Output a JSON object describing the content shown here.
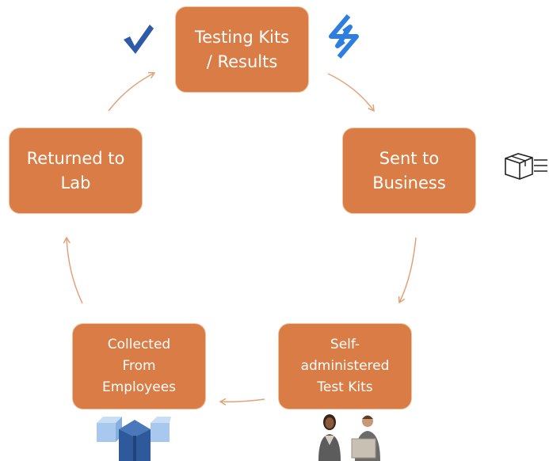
{
  "diagram": {
    "nodes": [
      {
        "id": "n1",
        "label": "Testing Kits\n/ Results"
      },
      {
        "id": "n2",
        "label": "Sent to\nBusiness"
      },
      {
        "id": "n3",
        "label": "Self-\nadministered\nTest Kits"
      },
      {
        "id": "n4",
        "label": "Collected\nFrom\nEmployees"
      },
      {
        "id": "n5",
        "label": "Returned to\nLab"
      }
    ],
    "edges": [
      {
        "from": "n1",
        "to": "n2"
      },
      {
        "from": "n2",
        "to": "n3"
      },
      {
        "from": "n3",
        "to": "n4"
      },
      {
        "from": "n4",
        "to": "n5"
      },
      {
        "from": "n5",
        "to": "n1"
      }
    ]
  },
  "icons": [
    "checkmark-icon",
    "brand-s-icon",
    "shipping-box-icon",
    "people-icon",
    "boxes-icon"
  ],
  "colors": {
    "node_fill": "#d97c45",
    "node_stroke": "#f2c29e",
    "arrow": "#e2a27a",
    "check": "#2f5aa8",
    "brand": "#2d7ee0",
    "box_light": "#a9c8ee",
    "box_dark": "#2e5a9b"
  }
}
